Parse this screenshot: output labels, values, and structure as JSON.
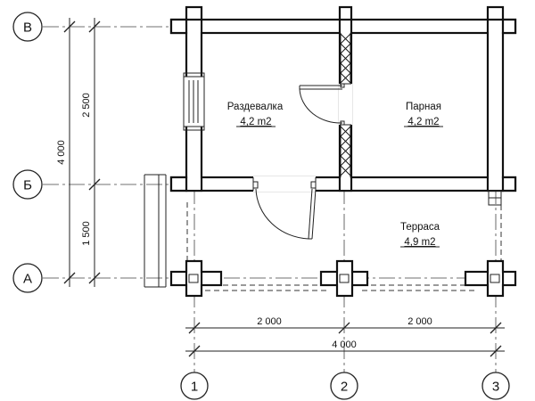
{
  "axes": {
    "rows": [
      {
        "id": "row-b",
        "label": "В"
      },
      {
        "id": "row-be",
        "label": "Б"
      },
      {
        "id": "row-a",
        "label": "А"
      }
    ],
    "columns": [
      {
        "id": "col-1",
        "label": "1"
      },
      {
        "id": "col-2",
        "label": "2"
      },
      {
        "id": "col-3",
        "label": "3"
      }
    ]
  },
  "rooms": [
    {
      "name": "Раздевалка",
      "area": "4,2 m2"
    },
    {
      "name": "Парная",
      "area": "4,2 m2"
    },
    {
      "name": "Терраса",
      "area": "4,9 m2"
    }
  ],
  "dimensions": {
    "vertical_total": "4 000",
    "vertical_upper": "2 500",
    "vertical_lower": "1 500",
    "horizontal_left": "2 000",
    "horizontal_right": "2 000",
    "horizontal_total": "4 000"
  }
}
